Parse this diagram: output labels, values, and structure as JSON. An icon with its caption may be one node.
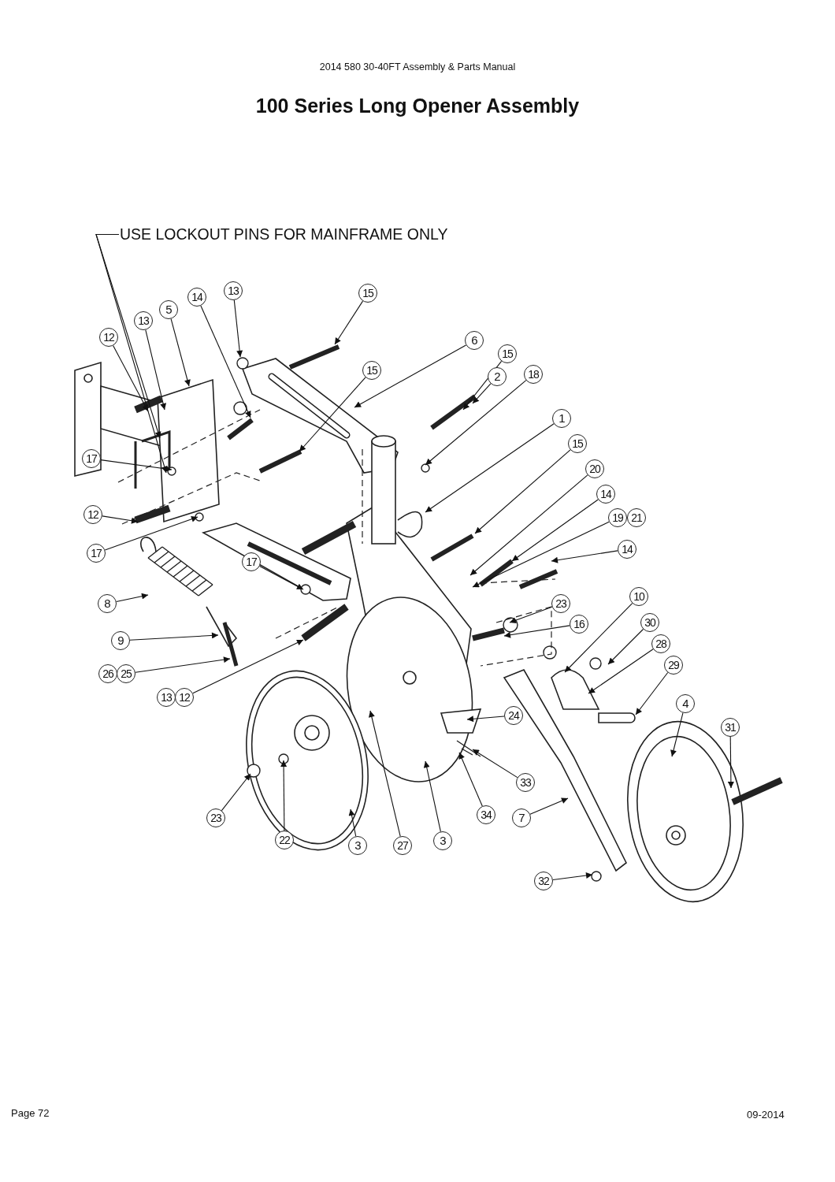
{
  "diagram": {
    "title": "100 Series Long Opener Assembly",
    "nodes": [
      {
        "text": [
          "USE LOCKOUT PINS FOR MAINFRAME ONLY"
        ]
      },
      {
        "text": [
          "13"
        ]
      },
      {
        "text": [
          "15"
        ]
      },
      {
        "text": [
          "14"
        ]
      },
      {
        "text": [
          "5"
        ]
      },
      {
        "text": [
          "13"
        ]
      },
      {
        "text": [
          "12"
        ]
      },
      {
        "text": [
          "6"
        ]
      },
      {
        "text": [
          "15"
        ]
      },
      {
        "text": [
          "15"
        ]
      },
      {
        "text": [
          "18"
        ]
      },
      {
        "text": [
          "2"
        ]
      },
      {
        "text": [
          "1"
        ]
      },
      {
        "text": [
          "15"
        ]
      },
      {
        "text": [
          "17"
        ]
      },
      {
        "text": [
          "20"
        ]
      },
      {
        "text": [
          "14"
        ]
      },
      {
        "text": [
          "12"
        ]
      },
      {
        "text": [
          "19"
        ]
      },
      {
        "text": [
          "21"
        ]
      },
      {
        "text": [
          "14"
        ]
      },
      {
        "text": [
          "17"
        ]
      },
      {
        "text": [
          "17"
        ]
      },
      {
        "text": [
          "10"
        ]
      },
      {
        "text": [
          "8"
        ]
      },
      {
        "text": [
          "23"
        ]
      },
      {
        "text": [
          "30"
        ]
      },
      {
        "text": [
          "16"
        ]
      },
      {
        "text": [
          "9"
        ]
      },
      {
        "text": [
          "28"
        ]
      },
      {
        "text": [
          "29"
        ]
      },
      {
        "text": [
          "26"
        ]
      },
      {
        "text": [
          "25"
        ]
      },
      {
        "text": [
          "13"
        ]
      },
      {
        "text": [
          "12"
        ]
      },
      {
        "text": [
          "4"
        ]
      },
      {
        "text": [
          "24"
        ]
      },
      {
        "text": [
          "31"
        ]
      },
      {
        "text": [
          "33"
        ]
      },
      {
        "text": [
          "34"
        ]
      },
      {
        "text": [
          "7"
        ]
      },
      {
        "text": [
          "23"
        ]
      },
      {
        "text": [
          "22"
        ]
      },
      {
        "text": [
          "3"
        ]
      },
      {
        "text": [
          "27"
        ]
      },
      {
        "text": [
          "3"
        ]
      },
      {
        "text": [
          "32"
        ]
      }
    ],
    "edges": [
      {
        "from": 0,
        "to": null,
        "arrow": "to"
      },
      {
        "from": 0,
        "to": null,
        "arrow": "to"
      },
      {
        "from": 1,
        "to": null,
        "arrow": "to"
      },
      {
        "from": 2,
        "to": null,
        "arrow": "to"
      },
      {
        "from": 3,
        "to": null,
        "arrow": "to"
      },
      {
        "from": 4,
        "to": null,
        "arrow": "to"
      },
      {
        "from": 5,
        "to": null,
        "arrow": "to"
      },
      {
        "from": 6,
        "to": null,
        "arrow": "to"
      },
      {
        "from": 7,
        "to": null,
        "arrow": "to"
      },
      {
        "from": 8,
        "to": null,
        "arrow": "to"
      },
      {
        "from": 9,
        "to": null,
        "arrow": "to"
      },
      {
        "from": 10,
        "to": null,
        "arrow": "to"
      },
      {
        "from": 11,
        "to": null,
        "arrow": "to"
      },
      {
        "from": 12,
        "to": null,
        "arrow": "to"
      },
      {
        "from": 13,
        "to": null,
        "arrow": "to"
      },
      {
        "from": 14,
        "to": null,
        "arrow": "to"
      },
      {
        "from": 15,
        "to": null,
        "arrow": "to"
      },
      {
        "from": 16,
        "to": null,
        "arrow": "to"
      },
      {
        "from": 17,
        "to": null,
        "arrow": "to"
      },
      {
        "from": 18,
        "to": null,
        "arrow": "to"
      },
      {
        "from": 20,
        "to": null,
        "arrow": "to"
      },
      {
        "from": 21,
        "to": null,
        "arrow": "to"
      },
      {
        "from": 22,
        "to": null,
        "arrow": "to"
      },
      {
        "from": 23,
        "to": null,
        "arrow": "to"
      },
      {
        "from": 24,
        "to": null,
        "arrow": "to"
      },
      {
        "from": 25,
        "to": null,
        "arrow": "to"
      },
      {
        "from": 26,
        "to": null,
        "arrow": "to"
      },
      {
        "from": 27,
        "to": null,
        "arrow": "to"
      },
      {
        "from": 28,
        "to": null,
        "arrow": "to"
      },
      {
        "from": 29,
        "to": null,
        "arrow": "to"
      },
      {
        "from": 30,
        "to": null,
        "arrow": "to"
      },
      {
        "from": 32,
        "to": null,
        "arrow": "to"
      },
      {
        "from": 34,
        "to": null,
        "arrow": "to"
      },
      {
        "from": 35,
        "to": null,
        "arrow": "to"
      },
      {
        "from": 36,
        "to": null,
        "arrow": "to"
      },
      {
        "from": 37,
        "to": null,
        "arrow": "to"
      },
      {
        "from": 38,
        "to": null,
        "arrow": "to"
      },
      {
        "from": 39,
        "to": null,
        "arrow": "to"
      },
      {
        "from": 40,
        "to": null,
        "arrow": "to"
      },
      {
        "from": 41,
        "to": null,
        "arrow": "to"
      },
      {
        "from": 42,
        "to": null,
        "arrow": "to"
      },
      {
        "from": 43,
        "to": null,
        "arrow": "to"
      },
      {
        "from": 44,
        "to": null,
        "arrow": "to"
      },
      {
        "from": 45,
        "to": null,
        "arrow": "to"
      },
      {
        "from": 46,
        "to": null,
        "arrow": "to"
      }
    ],
    "labels": [
      "2014 580 30-40FT Assembly & Parts Manual",
      "Page 72",
      "09-2014"
    ]
  }
}
